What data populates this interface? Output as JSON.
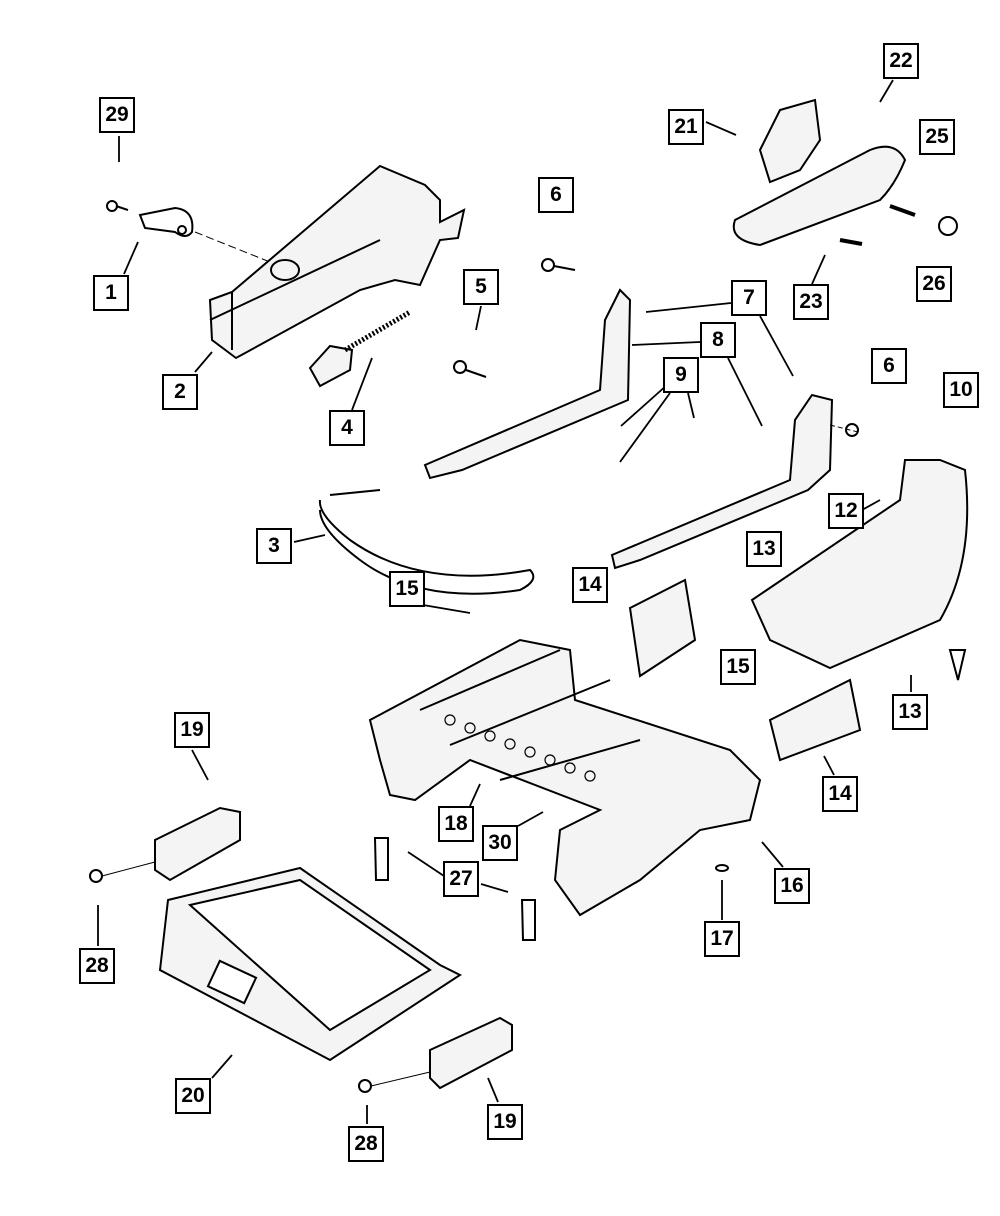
{
  "callouts": [
    "29",
    "1",
    "2",
    "4",
    "3",
    "15",
    "5",
    "6",
    "21",
    "22",
    "25",
    "23",
    "26",
    "7",
    "8",
    "9",
    "6",
    "10",
    "12",
    "13",
    "14",
    "15",
    "13",
    "14",
    "19",
    "18",
    "30",
    "27",
    "16",
    "17",
    "28",
    "20",
    "28",
    "19"
  ],
  "colors": {
    "line": "#000000",
    "part_shade": "#e8e8e8",
    "background": "#ffffff"
  }
}
